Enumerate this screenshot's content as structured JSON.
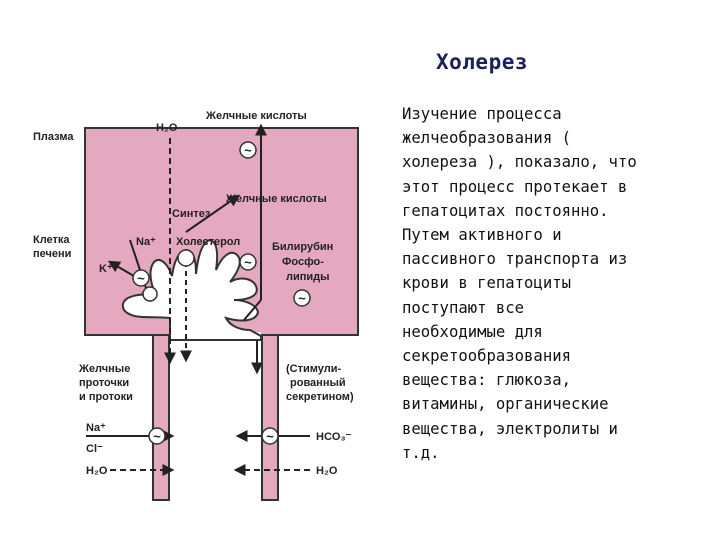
{
  "title": "Холерез",
  "description_lines": [
    "Изучение процесса",
    "желчеобразования (",
    "холереза ), показало, что",
    "этот процесс протекает в",
    "гепатоцитах постоянно.",
    "Путем активного и",
    "пассивного транспорта из",
    "крови в гепатоциты",
    "поступают все",
    "необходимые для",
    "секретообразования",
    "вещества: глюкоза,",
    "витамины, органические",
    "вещества, электролиты и",
    "т.д."
  ],
  "diagram": {
    "labels": {
      "plasma": "Плазма",
      "h2o_top": "H₂O",
      "bile_acids_top": "Желчные кислоты",
      "synthesis": "Синтез",
      "bile_acids_mid": "Желчные кислоты",
      "liver_cell_1": "Клетка",
      "liver_cell_2": "печени",
      "na_plus": "Na⁺",
      "cholesterol": "Холестерол",
      "bilirubin": "Билирубин",
      "phospho_1": "Фосфо-",
      "phospho_2": "липиды",
      "k_plus": "K⁺",
      "ducts_1": "Желчные",
      "ducts_2": "проточки",
      "ducts_3": "и протоки",
      "stim_1": "(Стимули-",
      "stim_2": "рованный",
      "stim_3": "секретином)",
      "na_plus_bottom": "Na⁺",
      "cl_minus": "Cl⁻",
      "h2o_bottom_left": "H₂O",
      "hco3": "HCO₃⁻",
      "h2o_bottom_right": "H₂O"
    },
    "pump_symbol": "~",
    "colors": {
      "cell_fill": "#e4a9bf",
      "outline": "#333333",
      "title": "#1c1f5e"
    }
  }
}
